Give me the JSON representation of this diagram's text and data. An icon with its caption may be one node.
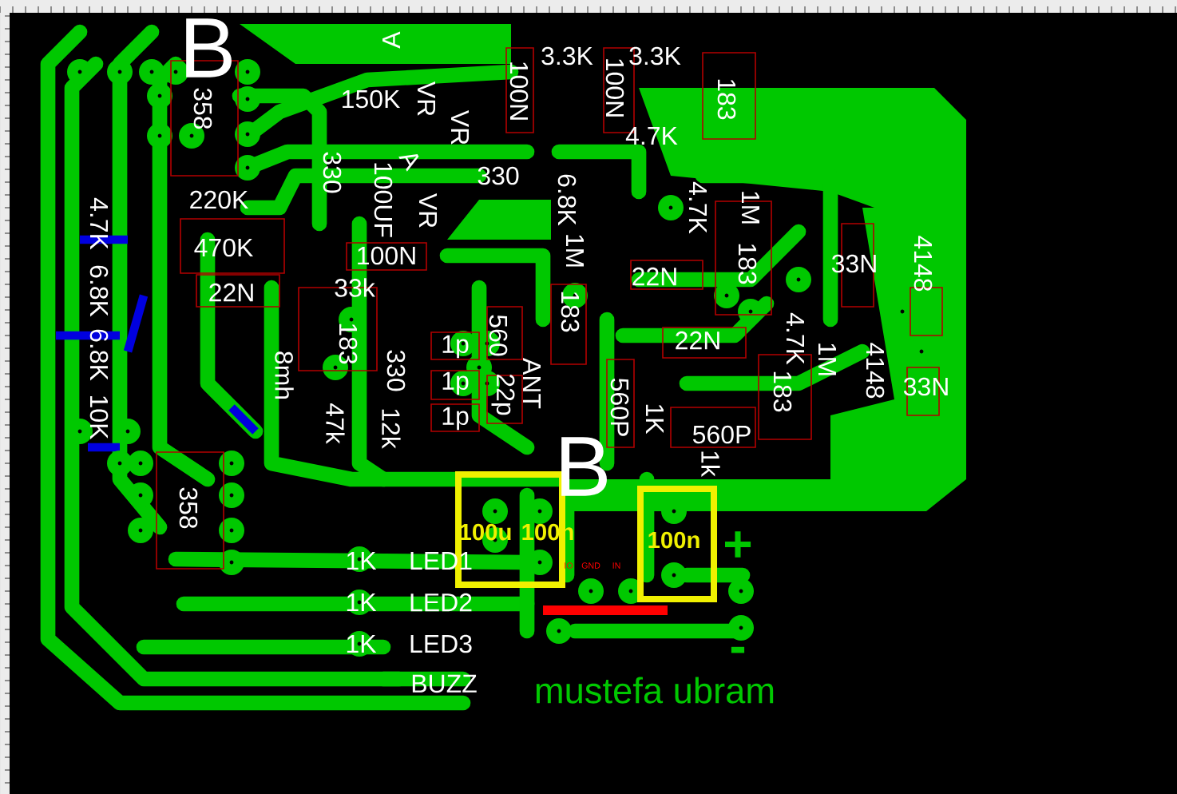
{
  "diagram": {
    "labels": [
      "B",
      "A",
      "3.3K",
      "3.3K",
      "358",
      "150K",
      "VR",
      "100N",
      "100N",
      "183",
      "VR",
      "4.7K",
      "330",
      "A",
      "330",
      "220K",
      "100UF",
      "VR",
      "6.8K",
      "4.7K",
      "1M",
      "4.7K",
      "470K",
      "100N",
      "1M",
      "183",
      "33N",
      "4148",
      "22N",
      "33k",
      "22N",
      "6.8K",
      "183",
      "183",
      "1p",
      "560",
      "22N",
      "4.7K",
      "1M",
      "6.8K",
      "8mh",
      "330",
      "1p",
      "ANT",
      "4148",
      "33N",
      "22p",
      "560P",
      "183",
      "10K",
      "47k",
      "12k",
      "1p",
      "1K",
      "560P",
      "B",
      "1k",
      "358",
      "100u",
      "100n",
      "100n",
      "+",
      "1K",
      "LED1",
      "IO",
      "GND",
      "IN",
      "1K",
      "LED2",
      "1K",
      "LED3",
      "-",
      "BUZZ",
      "mustefa ubram"
    ]
  }
}
